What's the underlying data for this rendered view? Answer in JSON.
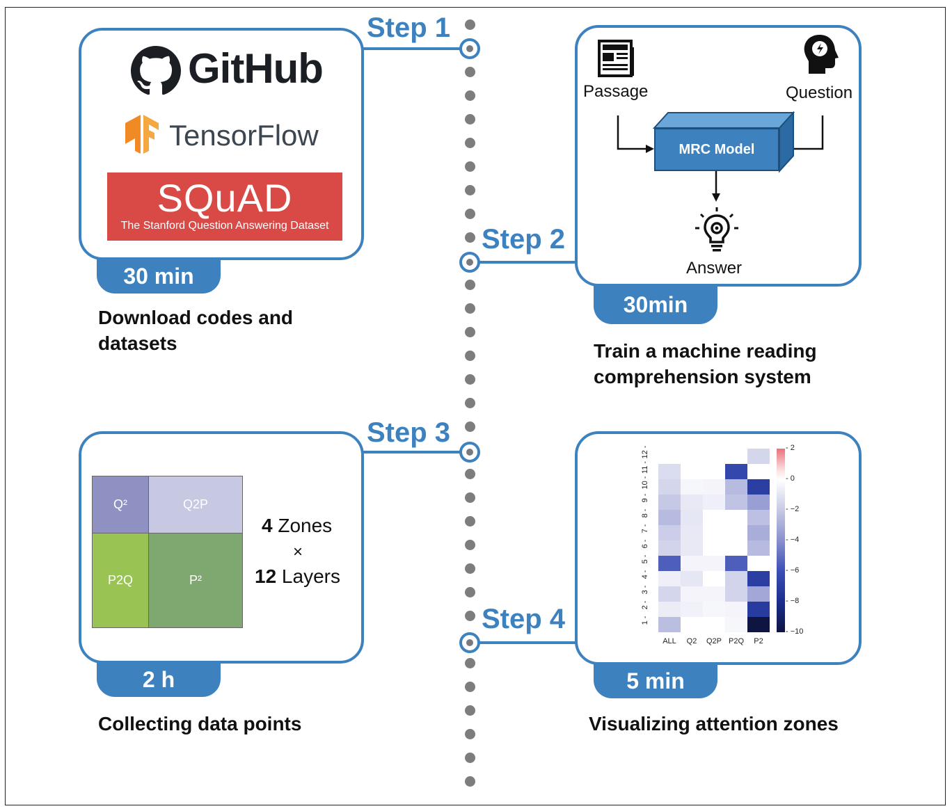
{
  "steps": [
    {
      "label": "Step 1",
      "time": "30 min",
      "caption_line1": "Download codes and",
      "caption_line2": "datasets"
    },
    {
      "label": "Step 2",
      "time": "30min",
      "caption_line1": "Train a machine reading",
      "caption_line2": "comprehension system"
    },
    {
      "label": "Step 3",
      "time": "2 h",
      "caption_line1": "Collecting data points"
    },
    {
      "label": "Step 4",
      "time": "5 min",
      "caption_line1": "Visualizing attention zones"
    }
  ],
  "logos": {
    "github": "GitHub",
    "tensorflow": "TensorFlow",
    "squad_title": "SQuAD",
    "squad_subtitle": "The Stanford Question Answering Dataset"
  },
  "mrc": {
    "passage": "Passage",
    "question": "Question",
    "model": "MRC Model",
    "answer": "Answer"
  },
  "zones": {
    "q2": "Q²",
    "q2p": "Q2P",
    "p2q": "P2Q",
    "p2": "P²",
    "zones_count": "4",
    "zones_word": " Zones",
    "times": "×",
    "layers_count": "12",
    "layers_word": " Layers"
  },
  "colors": {
    "accent": "#3d82bf",
    "squad_red": "#d94a46",
    "tensorflow_orange": "#f08a24"
  },
  "heatmap": {
    "x_labels": [
      "ALL",
      "Q2",
      "Q2P",
      "P2Q",
      "P2"
    ],
    "y_labels": [
      "12",
      "11",
      "10",
      "9",
      "8",
      "7",
      "6",
      "5",
      "4",
      "3",
      "2",
      "1"
    ],
    "colorbar_ticks": [
      "2",
      "0",
      "−2",
      "−4",
      "−6",
      "−8",
      "−10"
    ],
    "value_range": [
      -10,
      2
    ],
    "values": [
      [
        0,
        0,
        0,
        0,
        -1.5
      ],
      [
        -1.3,
        0,
        0,
        -6.5,
        0
      ],
      [
        -1.5,
        -0.3,
        -0.4,
        -2.5,
        -7
      ],
      [
        -2,
        -0.8,
        -0.6,
        -2.2,
        -3.5
      ],
      [
        -2.5,
        -0.9,
        0,
        0,
        -2.3
      ],
      [
        -1.8,
        -0.8,
        0,
        0,
        -3.0
      ],
      [
        -1.6,
        -0.8,
        0,
        0,
        -2.5
      ],
      [
        -5.5,
        -0.4,
        -0.4,
        -5.5,
        0
      ],
      [
        -0.6,
        -0.9,
        0,
        -1.6,
        -7
      ],
      [
        -1.5,
        -0.4,
        -0.4,
        -1.6,
        -3.2
      ],
      [
        -0.7,
        -0.5,
        -0.3,
        -0.4,
        -7.2
      ],
      [
        -2.4,
        0,
        0,
        -0.3,
        -10
      ]
    ]
  }
}
